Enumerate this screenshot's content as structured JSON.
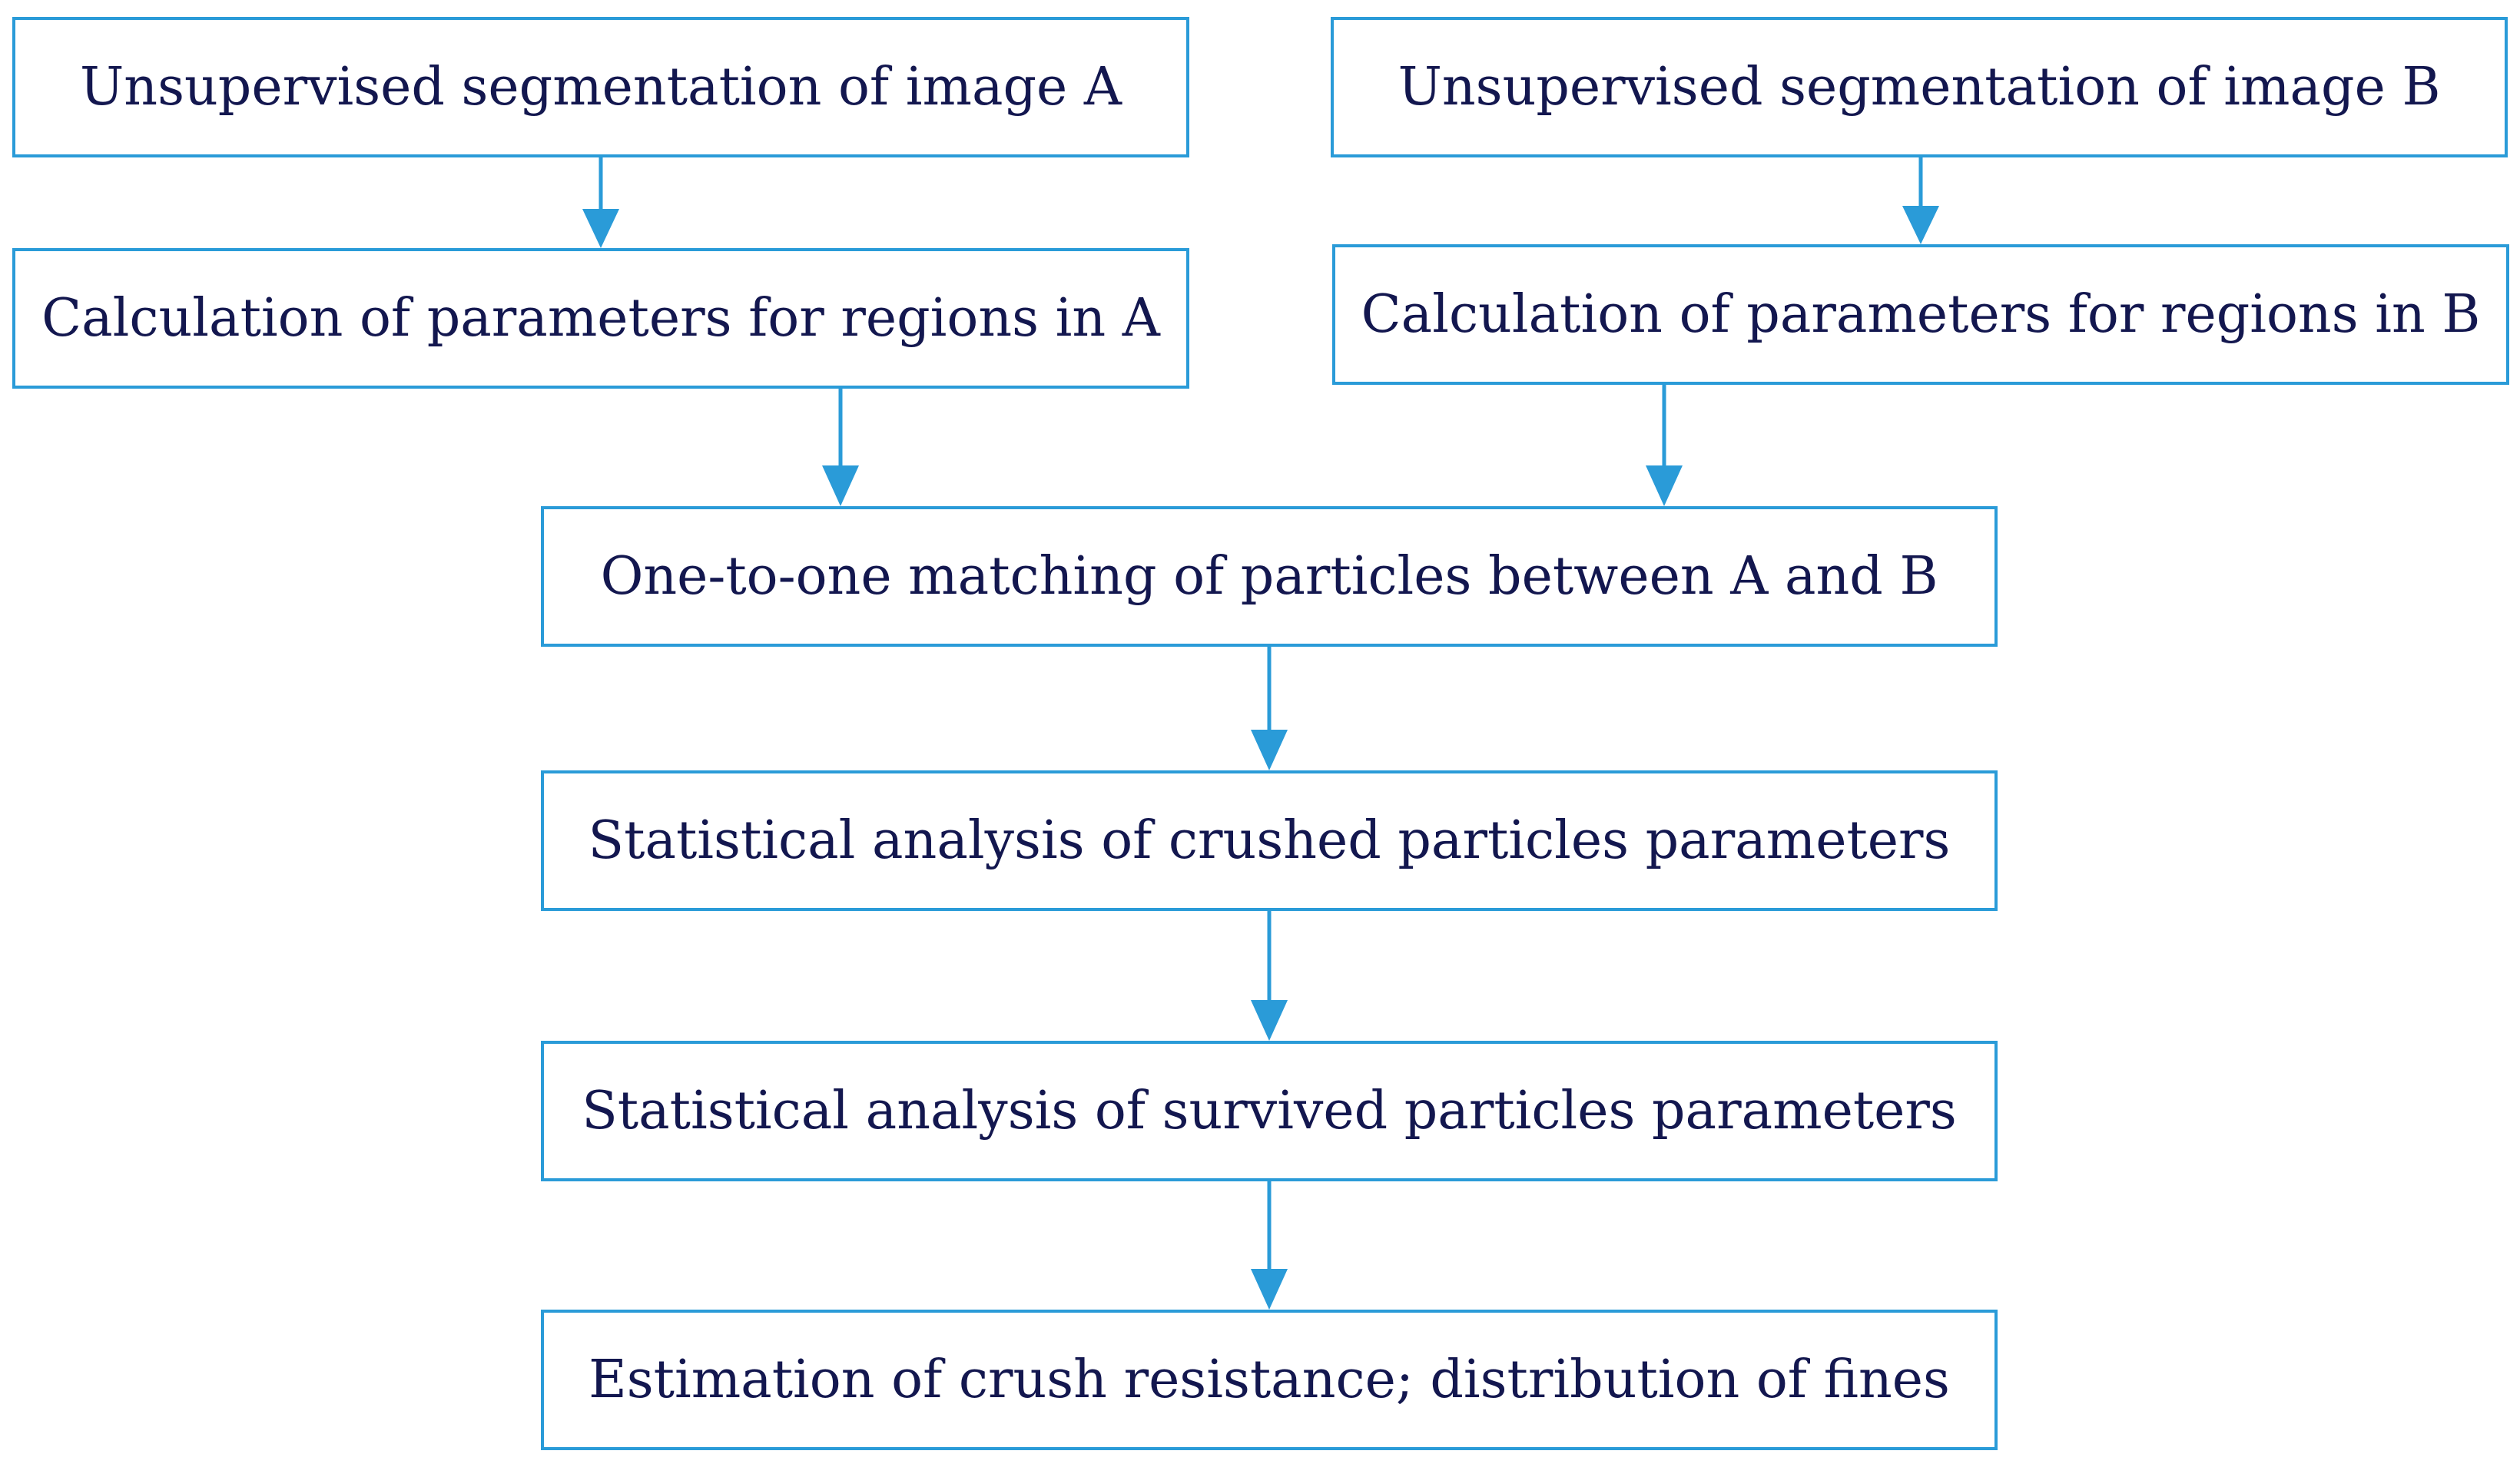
{
  "colors": {
    "box_border": "#2a9bd8",
    "arrow": "#2a9bd8",
    "text": "#13174f",
    "background": "#ffffff"
  },
  "nodes": {
    "seg_a": "Unsupervised segmentation of image A",
    "seg_b": "Unsupervised segmentation of image B",
    "calc_a": "Calculation of parameters for regions in A",
    "calc_b": "Calculation of parameters for regions in B",
    "matching": "One-to-one matching of particles between A and B",
    "crushed": "Statistical analysis of crushed particles parameters",
    "survived": "Statistical analysis of survived particles parameters",
    "estimation": "Estimation of crush resistance; distribution of fines"
  },
  "edges": [
    {
      "from": "seg_a",
      "to": "calc_a"
    },
    {
      "from": "seg_b",
      "to": "calc_b"
    },
    {
      "from": "calc_a",
      "to": "matching"
    },
    {
      "from": "calc_b",
      "to": "matching"
    },
    {
      "from": "matching",
      "to": "crushed"
    },
    {
      "from": "crushed",
      "to": "survived"
    },
    {
      "from": "survived",
      "to": "estimation"
    }
  ]
}
